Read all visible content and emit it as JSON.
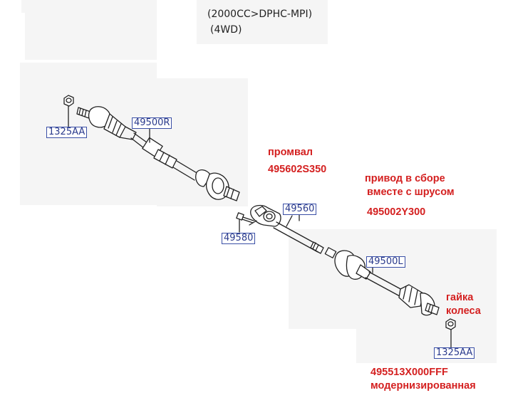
{
  "header": {
    "engine": "(2000CC>DPHC-MPI)",
    "drive": "(4WD)"
  },
  "part_labels": {
    "nut_upper": "1325AA",
    "shaft_right": "49500R",
    "bearing_bracket": "49560",
    "bolt": "49580",
    "shaft_left": "49500L",
    "nut_lower": "1325AA"
  },
  "notes": {
    "promval": "промвал",
    "promval_number": "495602S350",
    "assembly_line1": "привод в сборе",
    "assembly_line2": "вместе с шрусом",
    "assembly_number": "495002Y300",
    "nut_line1": "гайка",
    "nut_line2": "колеса",
    "modernized_number": "495513X000FFF",
    "modernized_text": "модернизированная"
  },
  "colors": {
    "label_border": "#3a4fa6",
    "label_text": "#2a3a8c",
    "note_red": "#d42020",
    "drawing": "#222222"
  }
}
